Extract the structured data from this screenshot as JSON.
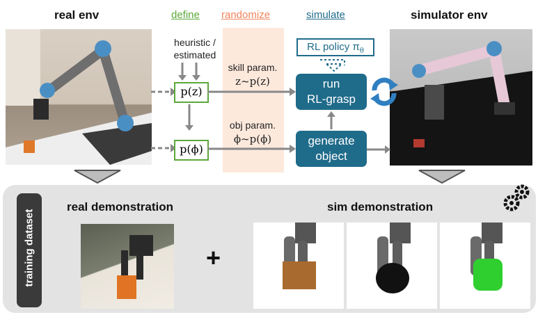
{
  "headers": {
    "real_env": "real env",
    "simulator_env": "simulator env"
  },
  "stages": {
    "define": "define",
    "randomize": "randomize",
    "simulate": "simulate"
  },
  "colors": {
    "define": "#5aa83a",
    "randomize": "#f0845a",
    "simulate": "#1f6b8a",
    "randomize_band": "#fde9dc",
    "panel_bg": "#e3e3e3"
  },
  "define": {
    "heuristic_label_1": "heuristic /",
    "heuristic_label_2": "estimated",
    "pz_box": "p(z)",
    "pphi_box": "p(ϕ)"
  },
  "randomize": {
    "skill_param_label": "skill param.",
    "skill_param_formula": "z~p(z)",
    "obj_param_label": "obj param.",
    "obj_param_formula": "ϕ~p(ϕ)"
  },
  "simulate": {
    "rl_policy": "RL policy π",
    "rl_policy_sub": "θ",
    "run_box_1": "run",
    "run_box_2": "RL-grasp",
    "generate_box_1": "generate",
    "generate_box_2": "object"
  },
  "bottom": {
    "side_label": "training dataset",
    "real_demo_title": "real demonstration",
    "sim_demo_title": "sim demonstration",
    "plus": "+"
  },
  "icons": {
    "refresh": "refresh-cycle-icon",
    "gears": "gears-icon"
  }
}
